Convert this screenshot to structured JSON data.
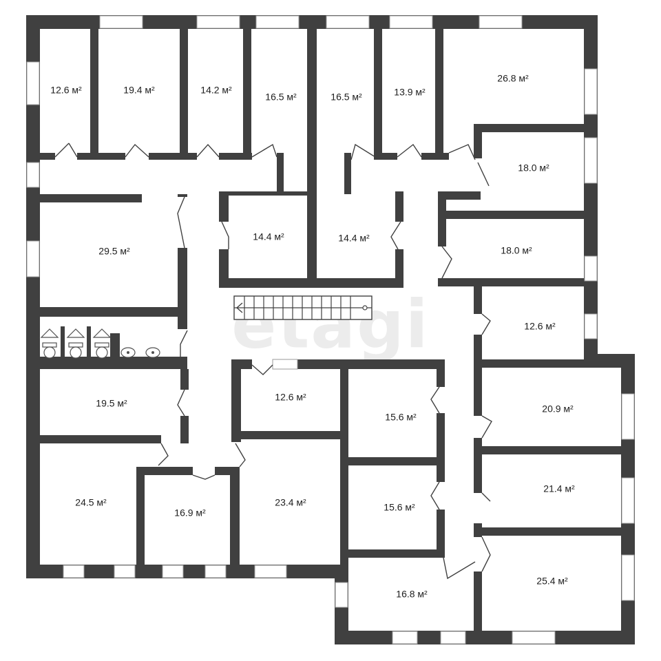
{
  "plan": {
    "area_unit": "м²",
    "watermark": "etagi",
    "wall_color": "#404040",
    "background": "#ffffff",
    "rooms": [
      {
        "id": "r1",
        "area": "12.6 м²"
      },
      {
        "id": "r2",
        "area": "19.4 м²"
      },
      {
        "id": "r3",
        "area": "14.2 м²"
      },
      {
        "id": "r4",
        "area": "16.5 м²"
      },
      {
        "id": "r5",
        "area": "16.5 м²"
      },
      {
        "id": "r6",
        "area": "13.9 м²"
      },
      {
        "id": "r7",
        "area": "26.8 м²"
      },
      {
        "id": "r8",
        "area": "18.0 м²"
      },
      {
        "id": "r9",
        "area": "29.5 м²"
      },
      {
        "id": "r10",
        "area": "14.4 м²"
      },
      {
        "id": "r11",
        "area": "14.4 м²"
      },
      {
        "id": "r12",
        "area": "18.0 м²"
      },
      {
        "id": "r13",
        "area": "12.6 м²"
      },
      {
        "id": "r14",
        "area": "19.5 м²"
      },
      {
        "id": "r15",
        "area": "12.6 м²"
      },
      {
        "id": "r16",
        "area": "15.6 м²"
      },
      {
        "id": "r17",
        "area": "20.9 м²"
      },
      {
        "id": "r18",
        "area": "21.4 м²"
      },
      {
        "id": "r19",
        "area": "24.5 м²"
      },
      {
        "id": "r20",
        "area": "16.9 м²"
      },
      {
        "id": "r21",
        "area": "23.4 м²"
      },
      {
        "id": "r22",
        "area": "15.6 м²"
      },
      {
        "id": "r23",
        "area": "16.8 м²"
      },
      {
        "id": "r24",
        "area": "25.4 м²"
      }
    ],
    "fixtures": [
      {
        "id": "wc1",
        "icon": "toilet-icon"
      },
      {
        "id": "wc2",
        "icon": "toilet-icon"
      },
      {
        "id": "wc3",
        "icon": "toilet-icon"
      },
      {
        "id": "sink1",
        "icon": "sink-icon"
      },
      {
        "id": "sink2",
        "icon": "sink-icon"
      }
    ]
  }
}
